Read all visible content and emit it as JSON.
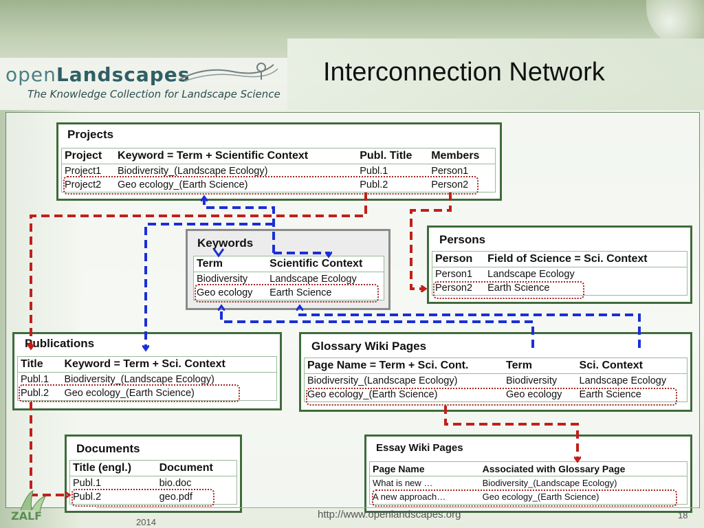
{
  "header": {
    "logo_prefix": "open",
    "logo_suffix": "Landscapes",
    "tagline": "The Knowledge Collection for Landscape Science",
    "title": "Interconnection Network"
  },
  "projects": {
    "title": "Projects",
    "headers": [
      "Project",
      "Keyword = Term + Scientific Context",
      "Publ. Title",
      "Members"
    ],
    "rows": [
      [
        "Project1",
        "Biodiversity_(Landscape Ecology)",
        "Publ.1",
        "Person1"
      ],
      [
        "Project2",
        "Geo ecology_(Earth Science)",
        "Publ.2",
        "Person2"
      ]
    ]
  },
  "keywords": {
    "title": "Keywords",
    "headers": [
      "Term",
      "Scientific Context"
    ],
    "rows": [
      [
        "Biodiversity",
        "Landscape Ecology"
      ],
      [
        "Geo ecology",
        "Earth Science"
      ]
    ]
  },
  "persons": {
    "title": "Persons",
    "headers": [
      "Person",
      "Field of Science = Sci. Context"
    ],
    "rows": [
      [
        "Person1",
        "Landscape Ecology"
      ],
      [
        "Person2",
        "Earth Science"
      ]
    ]
  },
  "publications": {
    "title": "Publications",
    "headers": [
      "Title",
      "Keyword = Term + Sci. Context"
    ],
    "rows": [
      [
        "Publ.1",
        "Biodiversity_(Landscape Ecology)"
      ],
      [
        "Publ.2",
        "Geo ecology_(Earth Science)"
      ]
    ]
  },
  "glossary": {
    "title": "Glossary Wiki Pages",
    "headers": [
      "Page Name = Term + Sci. Cont.",
      "Term",
      "Sci. Context"
    ],
    "rows": [
      [
        "Biodiversity_(Landscape Ecology)",
        "Biodiversity",
        "Landscape Ecology"
      ],
      [
        "Geo ecology_(Earth Science)",
        "Geo ecology",
        "Earth Science"
      ]
    ]
  },
  "documents": {
    "title": "Documents",
    "headers": [
      "Title (engl.)",
      "Document"
    ],
    "rows": [
      [
        "Publ.1",
        "bio.doc"
      ],
      [
        "Publ.2",
        "geo.pdf"
      ]
    ]
  },
  "essay": {
    "title": "Essay Wiki Pages",
    "headers": [
      "Page Name",
      "Associated with Glossary Page"
    ],
    "rows": [
      [
        "What is new …",
        "Biodiversity_(Landscape Ecology)"
      ],
      [
        "A new approach…",
        "Geo ecology_(Earth Science)"
      ]
    ]
  },
  "footer": {
    "url": "http://www.openlandscapes.org",
    "year": "2014",
    "page": "18",
    "partner_logo": "ZALF"
  },
  "colors": {
    "box_border": "#3e6b3a",
    "red_link": "#c0201a",
    "blue_link": "#1a2fd6",
    "highlight": "#a32020"
  }
}
